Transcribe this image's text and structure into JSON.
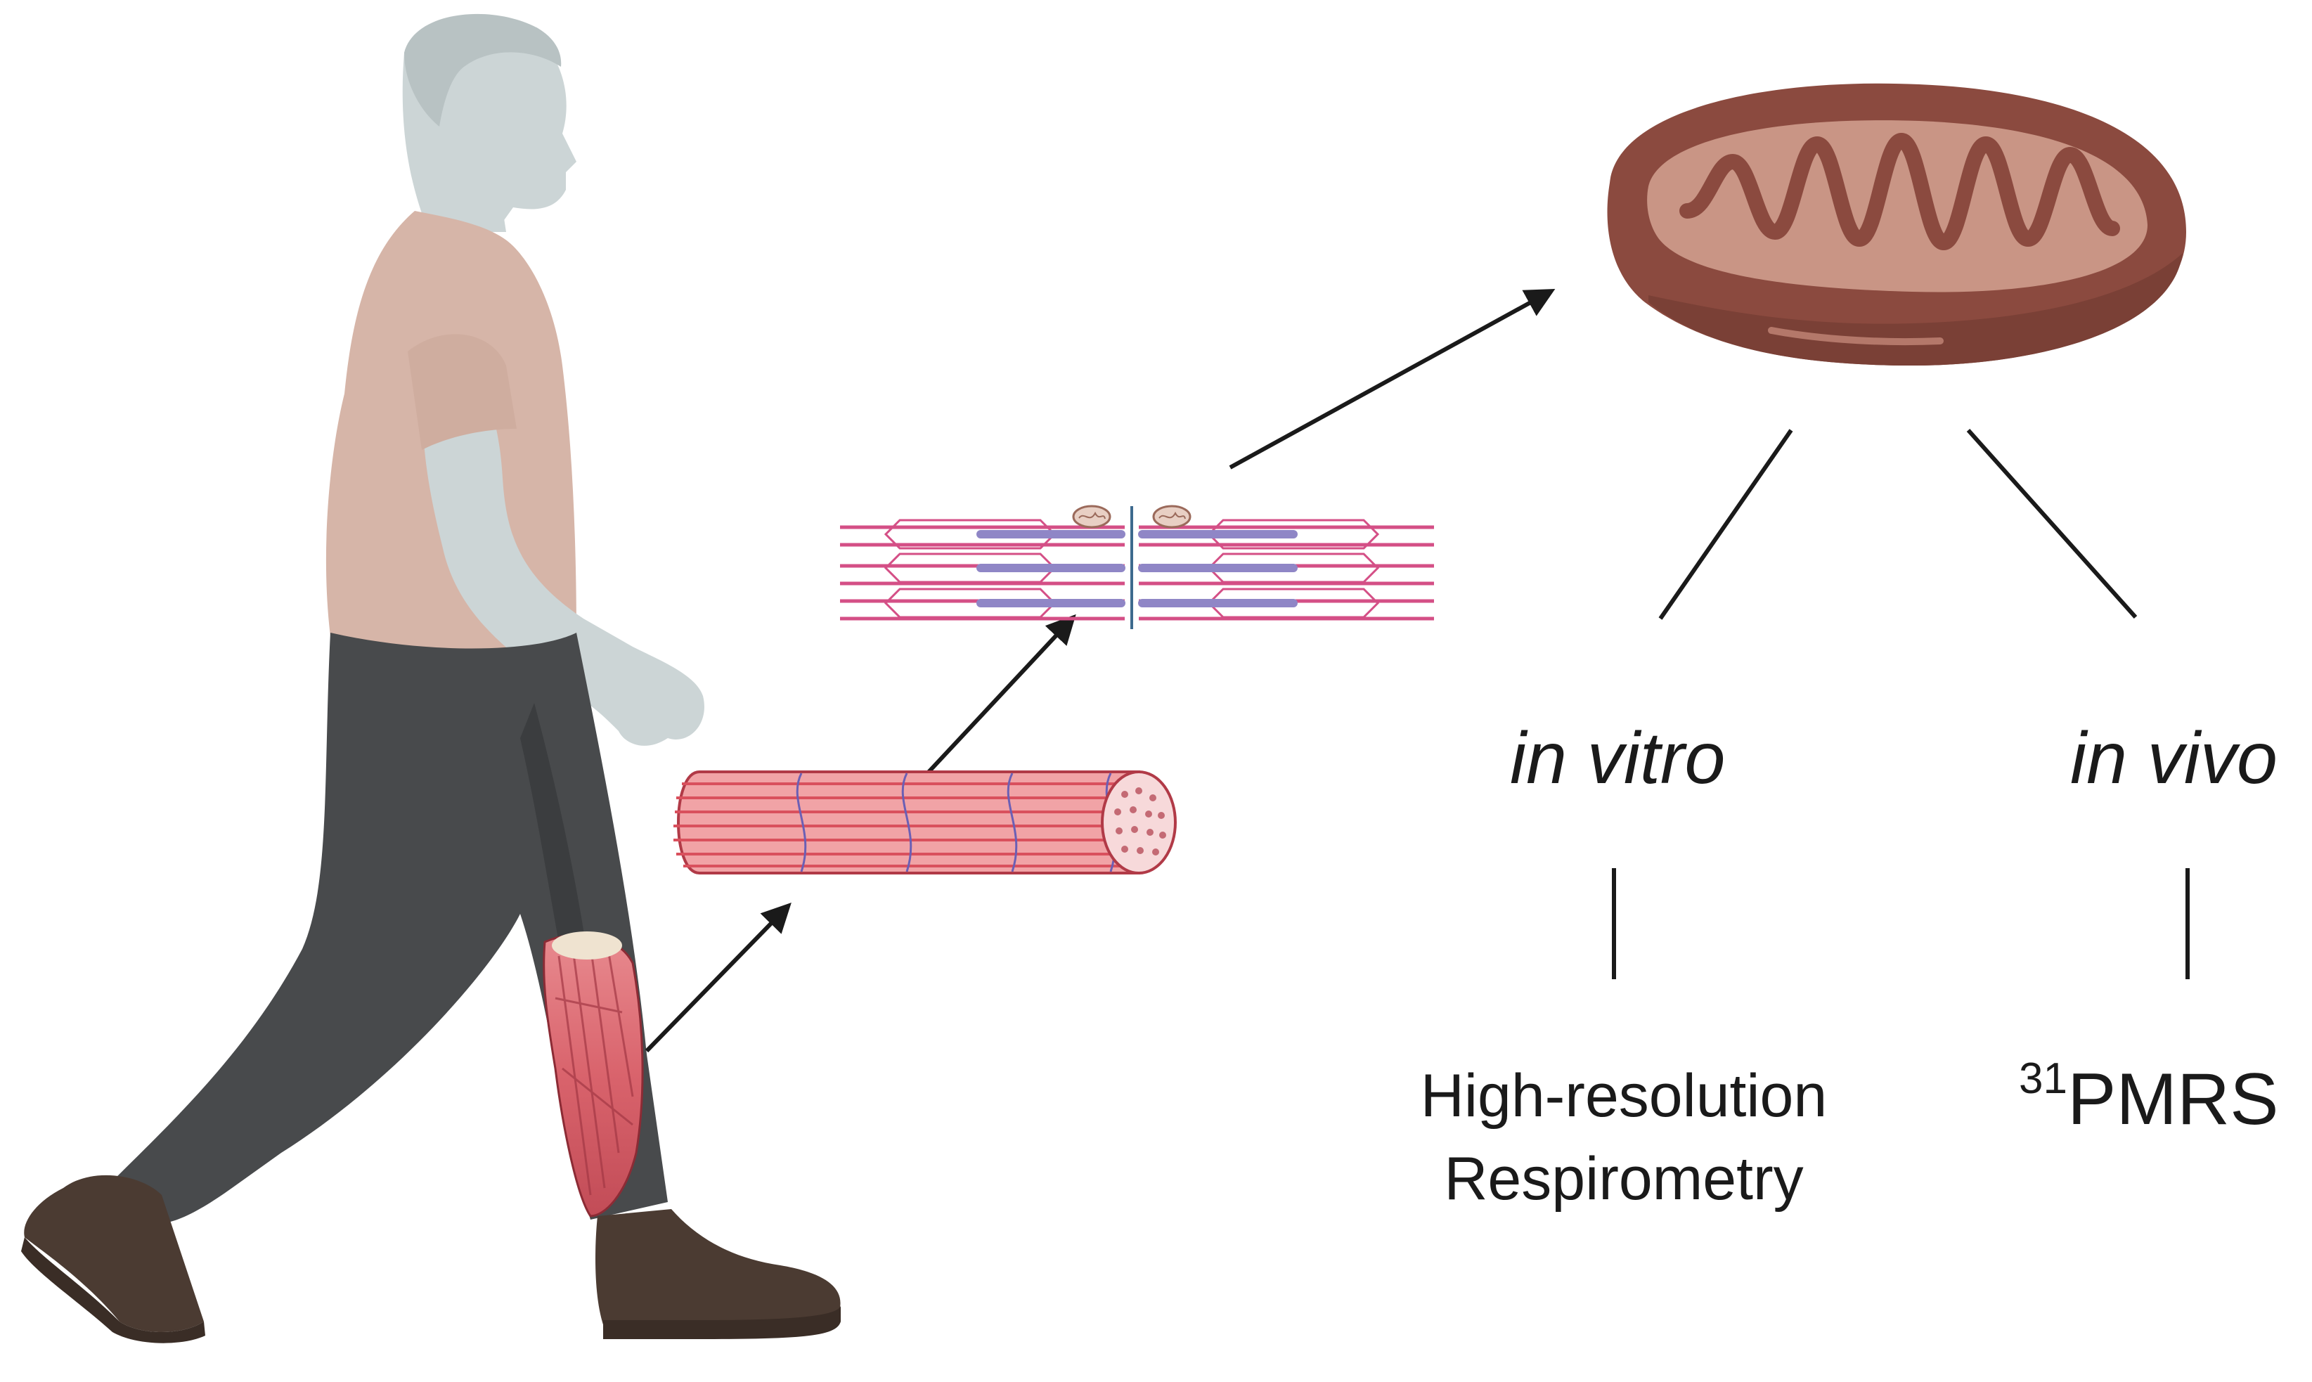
{
  "labels": {
    "branch_left": "in vitro",
    "branch_right": "in vivo",
    "method_left_line1": "High-resolution",
    "method_left_line2": "Respirometry",
    "method_right_sup": "31",
    "method_right_main": "PMRS"
  },
  "colors": {
    "skin": "#ccd5d6",
    "shirt": "#d6b5a8",
    "pants": "#484a4c",
    "shoes": "#4b3b32",
    "muscle": "#d9636c",
    "fiber": "#f1a3a6",
    "myosin": "#8f86c6",
    "actin": "#d44f86",
    "mito_outer": "#8b4a3f",
    "mito_inner": "#c99585",
    "arrow": "#1a1a1a"
  }
}
